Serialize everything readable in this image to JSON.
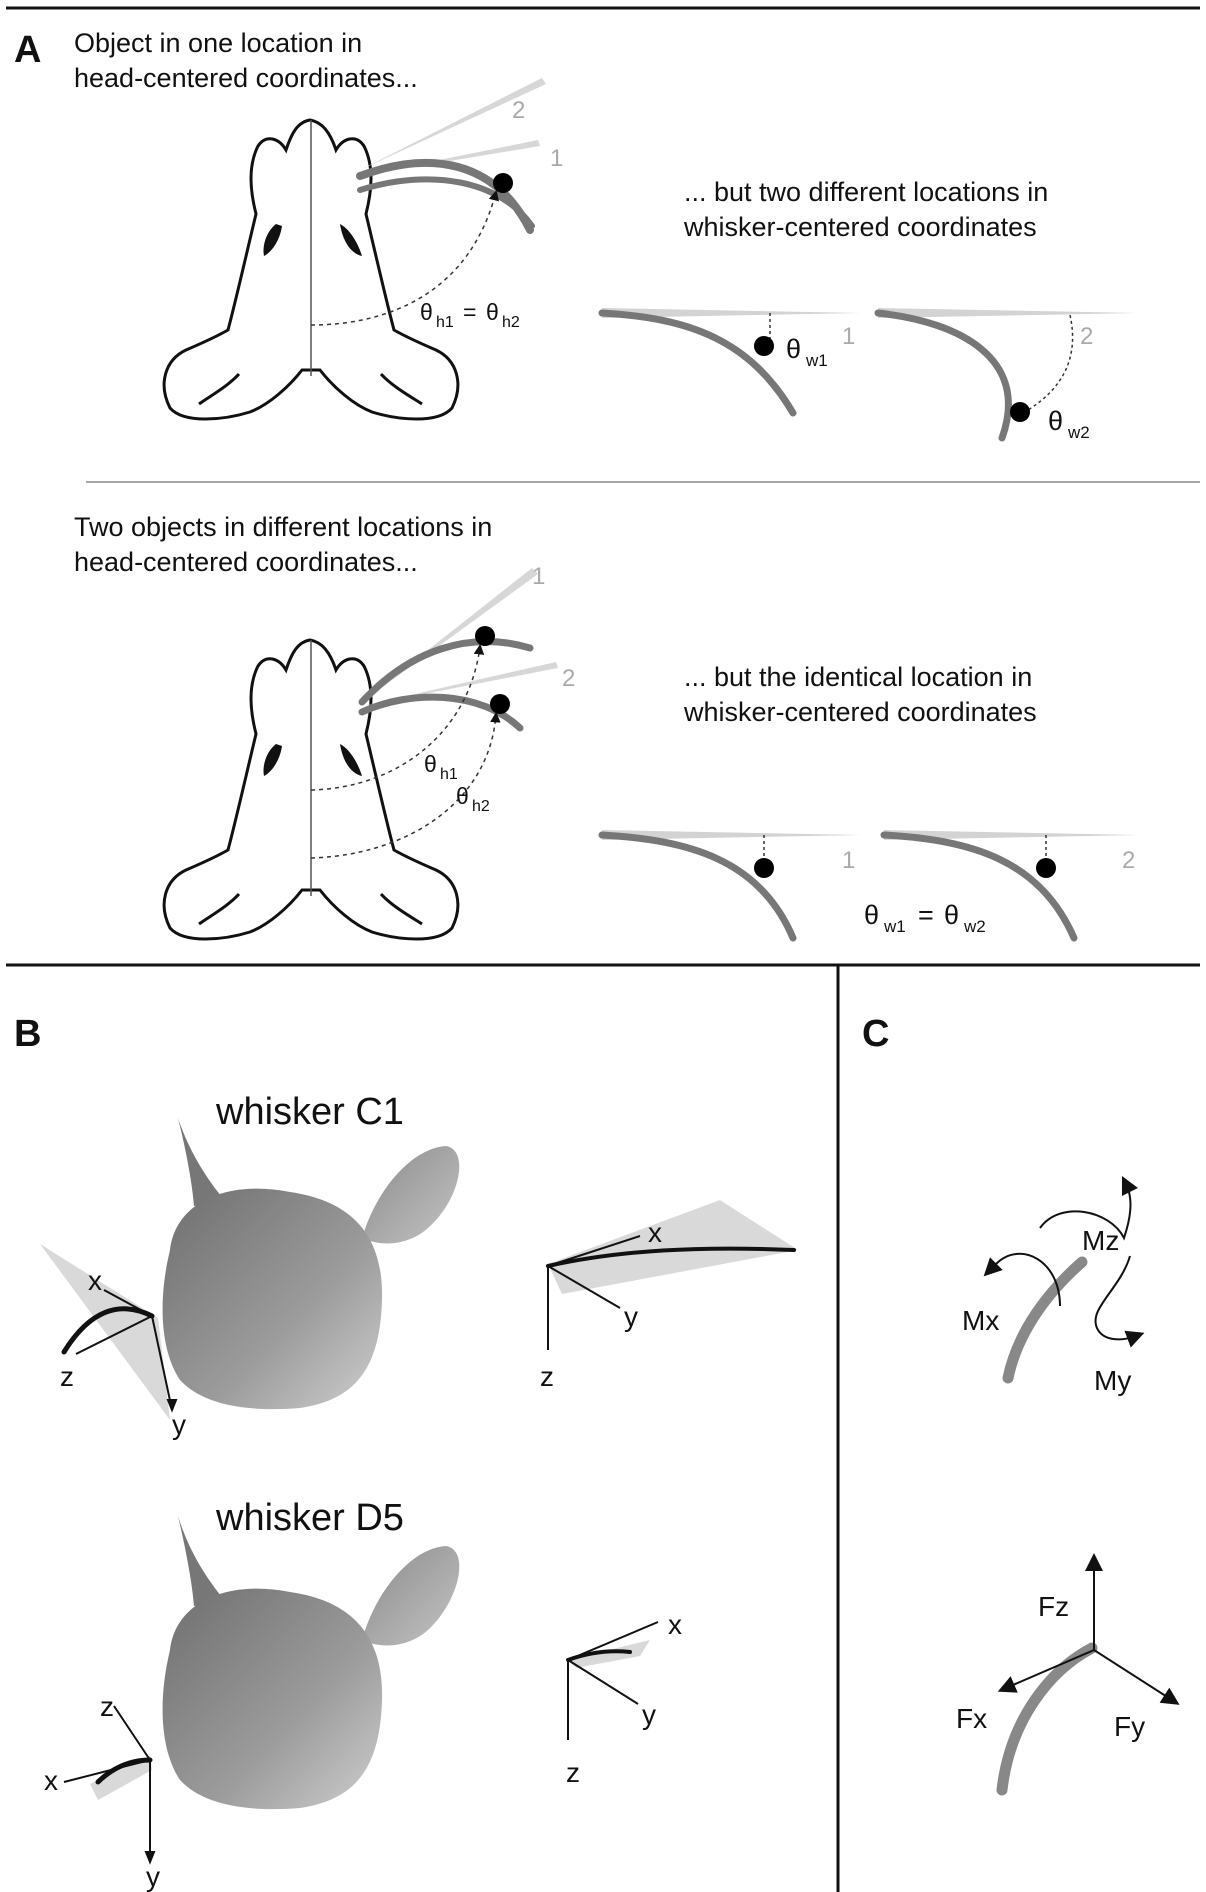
{
  "panel_a": {
    "label": "A",
    "top": {
      "caption_line1": "Object in one location in",
      "caption_line2": "head-centered coordinates...",
      "whisker_num1": "1",
      "whisker_num2": "2",
      "theta_h": "θ",
      "sub_h1": "h1",
      "equals": "=",
      "sub_h2": "h2",
      "right_line1": "... but two different locations in",
      "right_line2": "whisker-centered coordinates",
      "w_theta": "θ",
      "sub_w1": "w1",
      "sub_w2": "w2",
      "num1": "1",
      "num2": "2"
    },
    "bottom": {
      "caption_line1": "Two objects in different locations in",
      "caption_line2": "head-centered coordinates...",
      "whisker_num1": "1",
      "whisker_num2": "2",
      "theta": "θ",
      "sub_h1": "h1",
      "sub_h2": "h2",
      "right_line1": "... but the identical location in",
      "right_line2": "whisker-centered coordinates",
      "num1": "1",
      "num2": "2",
      "sub_w1": "w1",
      "equals": "=",
      "sub_w2": "w2"
    }
  },
  "panel_b": {
    "label": "B",
    "c1_title": "whisker C1",
    "d5_title": "whisker D5",
    "axes": {
      "x": "x",
      "y": "y",
      "z": "z"
    }
  },
  "panel_c": {
    "label": "C",
    "moments": {
      "mx": "Mx",
      "my": "My",
      "mz": "Mz"
    },
    "forces": {
      "fx": "Fx",
      "fy": "Fy",
      "fz": "Fz"
    }
  },
  "colors": {
    "whisker_dark": "#7a7a7a",
    "whisker_light": "#c8c8c8",
    "head_shade": "#9a9a9a",
    "plane": "#d9d9d9"
  }
}
